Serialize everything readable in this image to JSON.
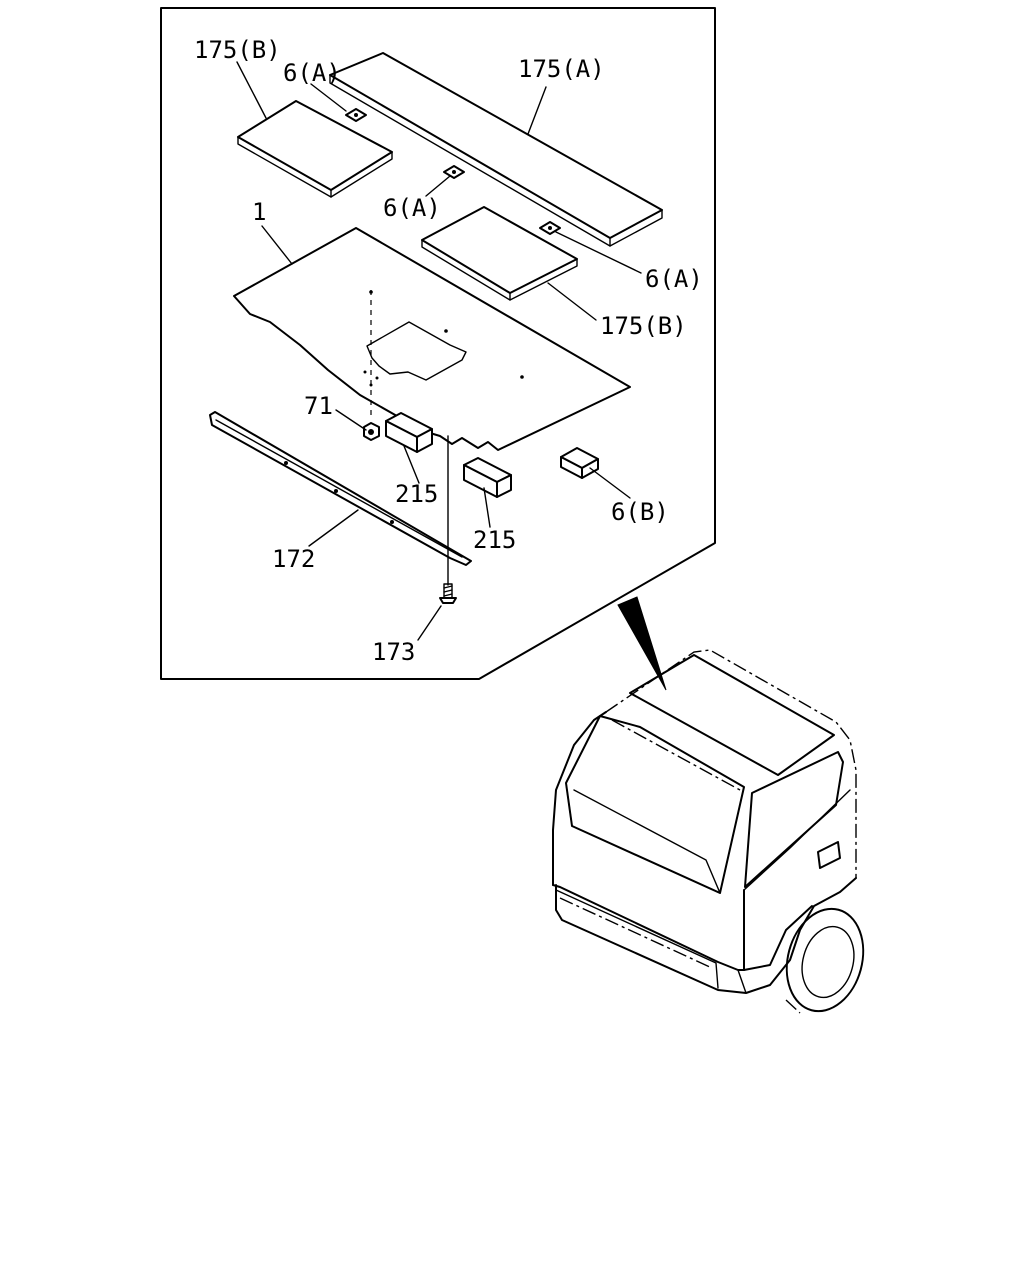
{
  "labels": {
    "175B_top": "175(B)",
    "6A_top": "6(A)",
    "175A": "175(A)",
    "6A_mid": "6(A)",
    "1": "1",
    "6A_right": "6(A)",
    "175B_right": "175(B)",
    "71": "71",
    "215_left": "215",
    "215_right": "215",
    "6B": "6(B)",
    "172": "172",
    "173": "173"
  }
}
